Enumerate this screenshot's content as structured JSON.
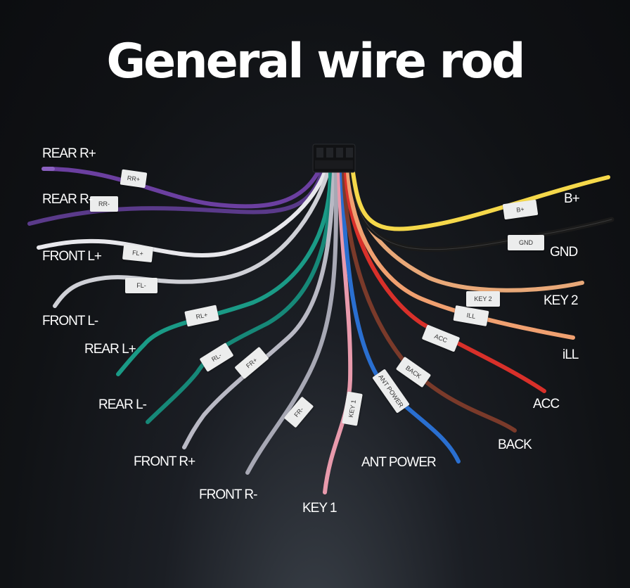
{
  "title": "General wire rod",
  "labels": {
    "rear_r_plus": "REAR R+",
    "rear_r_minus": "REAR R-",
    "front_l_plus": "FRONT L+",
    "front_l_minus": "FRONT L-",
    "rear_l_plus": "REAR L+",
    "rear_l_minus": "REAR L-",
    "front_r_plus": "FRONT R+",
    "front_r_minus": "FRONT R-",
    "key1": "KEY 1",
    "ant_power": "ANT POWER",
    "back": "BACK",
    "acc": "ACC",
    "ill": "iLL",
    "key2": "KEY 2",
    "gnd": "GND",
    "b_plus": "B+"
  },
  "tags": {
    "rear_r_plus": "RR+",
    "rear_r_minus": "RR-",
    "front_l_plus": "FL+",
    "front_l_minus": "FL-",
    "rear_l_plus": "RL+",
    "rear_l_minus": "RL-",
    "front_r_plus": "FR+",
    "front_r_minus": "FR-",
    "key1": "KEY 1",
    "ant_power": "ANT POWER",
    "back": "BACK",
    "acc": "ACC",
    "ill": "ILL",
    "key2": "KEY 2",
    "gnd": "GND",
    "b_plus": "B+"
  },
  "colors": {
    "background": "#0f1114",
    "purple": "#6b3fa0",
    "white": "#e8e8ec",
    "green": "#1a9a86",
    "gray": "#b9b9c4",
    "pink": "#e8a0b0",
    "blue": "#2a6fd0",
    "brown": "#7a3a2a",
    "red": "#d8302a",
    "orange": "#f0a070",
    "black": "#1a1a1a",
    "yellow": "#f5d84a"
  },
  "connector_icon": "wire-harness-connector-icon"
}
